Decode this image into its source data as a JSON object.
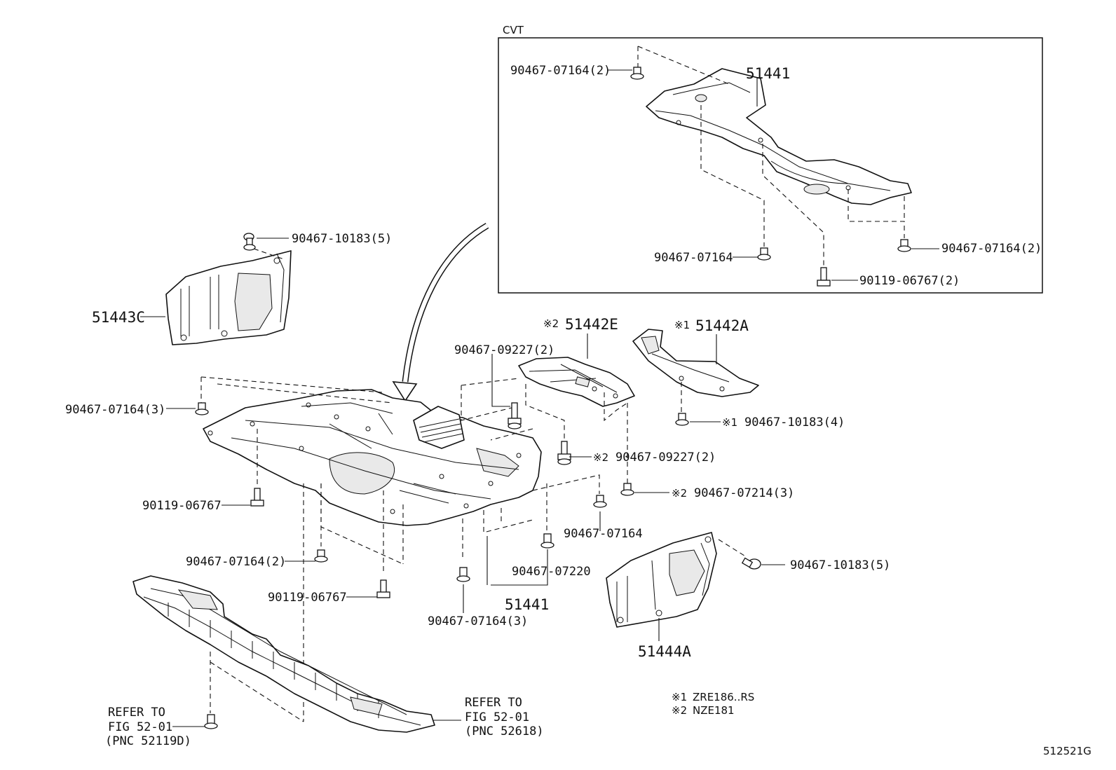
{
  "inset": {
    "title": "CVT"
  },
  "callouts": {
    "cvt_bolt_top": "90467-07164(2)",
    "cvt_cover": "51441",
    "cvt_bolt_bottom": "90467-07164",
    "cvt_bolt_right": "90467-07164(2)",
    "cvt_screw": "90119-06767(2)",
    "top_left_bolt": "90467-10183(5)",
    "left_shield": "51443C",
    "shield_e_mark": "※2",
    "shield_e": "51442E",
    "shield_a_mark": "※1",
    "shield_a": "51442A",
    "bolt_09227": "90467-09227(2)",
    "left_bolt_3": "90467-07164(3)",
    "bolt_a_4_mark": "※1",
    "bolt_a_4": "90467-10183(4)",
    "bolt_e_2_mark": "※2",
    "bolt_e_2": "90467-09227(2)",
    "bolt_07214_mark": "※2",
    "bolt_07214": "90467-07214(3)",
    "left_screw": "90119-06767",
    "mid_bolt": "90467-07164",
    "lower_left_bolt_2": "90467-07164(2)",
    "bolt_07220": "90467-07220",
    "right_bolt_5": "90467-10183(5)",
    "lower_screw": "90119-06767",
    "main_cover": "51441",
    "bottom_bolt_3": "90467-07164(3)",
    "right_shield": "51444A"
  },
  "references": {
    "left": {
      "line1": "REFER TO",
      "line2": "FIG 52-01",
      "line3": "(PNC 52119D)"
    },
    "right": {
      "line1": "REFER TO",
      "line2": "FIG 52-01",
      "line3": "(PNC 52618)"
    }
  },
  "notes": [
    {
      "mark": "※1",
      "text": "ZRE186..RS"
    },
    {
      "mark": "※2",
      "text": "NZE181"
    }
  ],
  "figure_id": "512521G"
}
